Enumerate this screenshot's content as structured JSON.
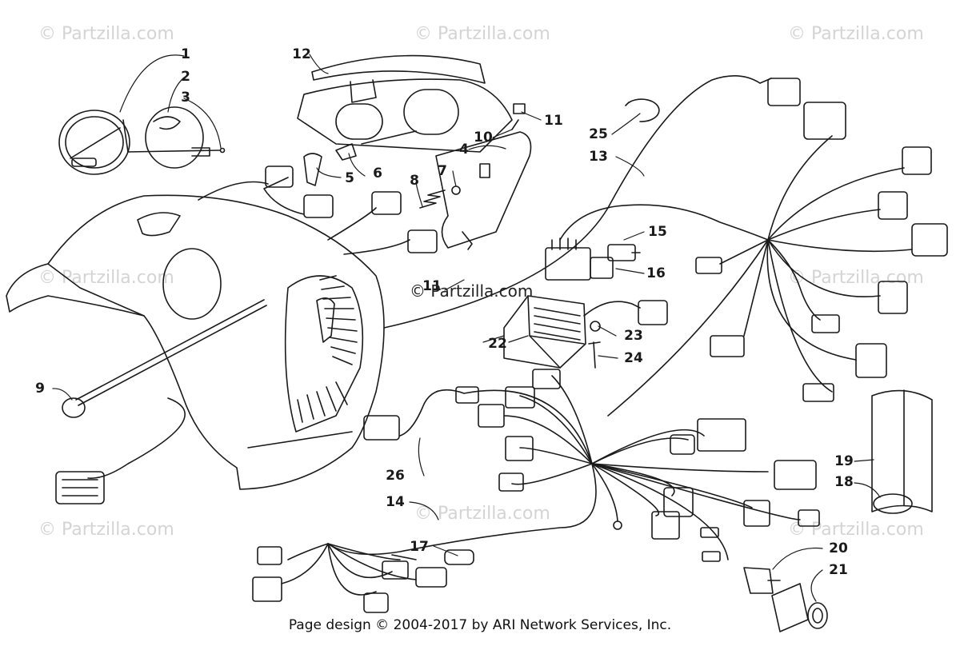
{
  "watermark": "© Partzilla.com",
  "center_watermark": "© Partzilla.com",
  "credit": "Page design © 2004-2017 by ARI Network Services, Inc.",
  "callouts": [
    "1",
    "2",
    "3",
    "4",
    "5",
    "6",
    "7",
    "8",
    "9",
    "10",
    "11",
    "11",
    "12",
    "13",
    "14",
    "15",
    "16",
    "17",
    "18",
    "19",
    "20",
    "21",
    "22",
    "23",
    "24",
    "25",
    "26"
  ],
  "colors": {
    "line": "#1a1a1a",
    "watermark": "#d4d4d4"
  }
}
